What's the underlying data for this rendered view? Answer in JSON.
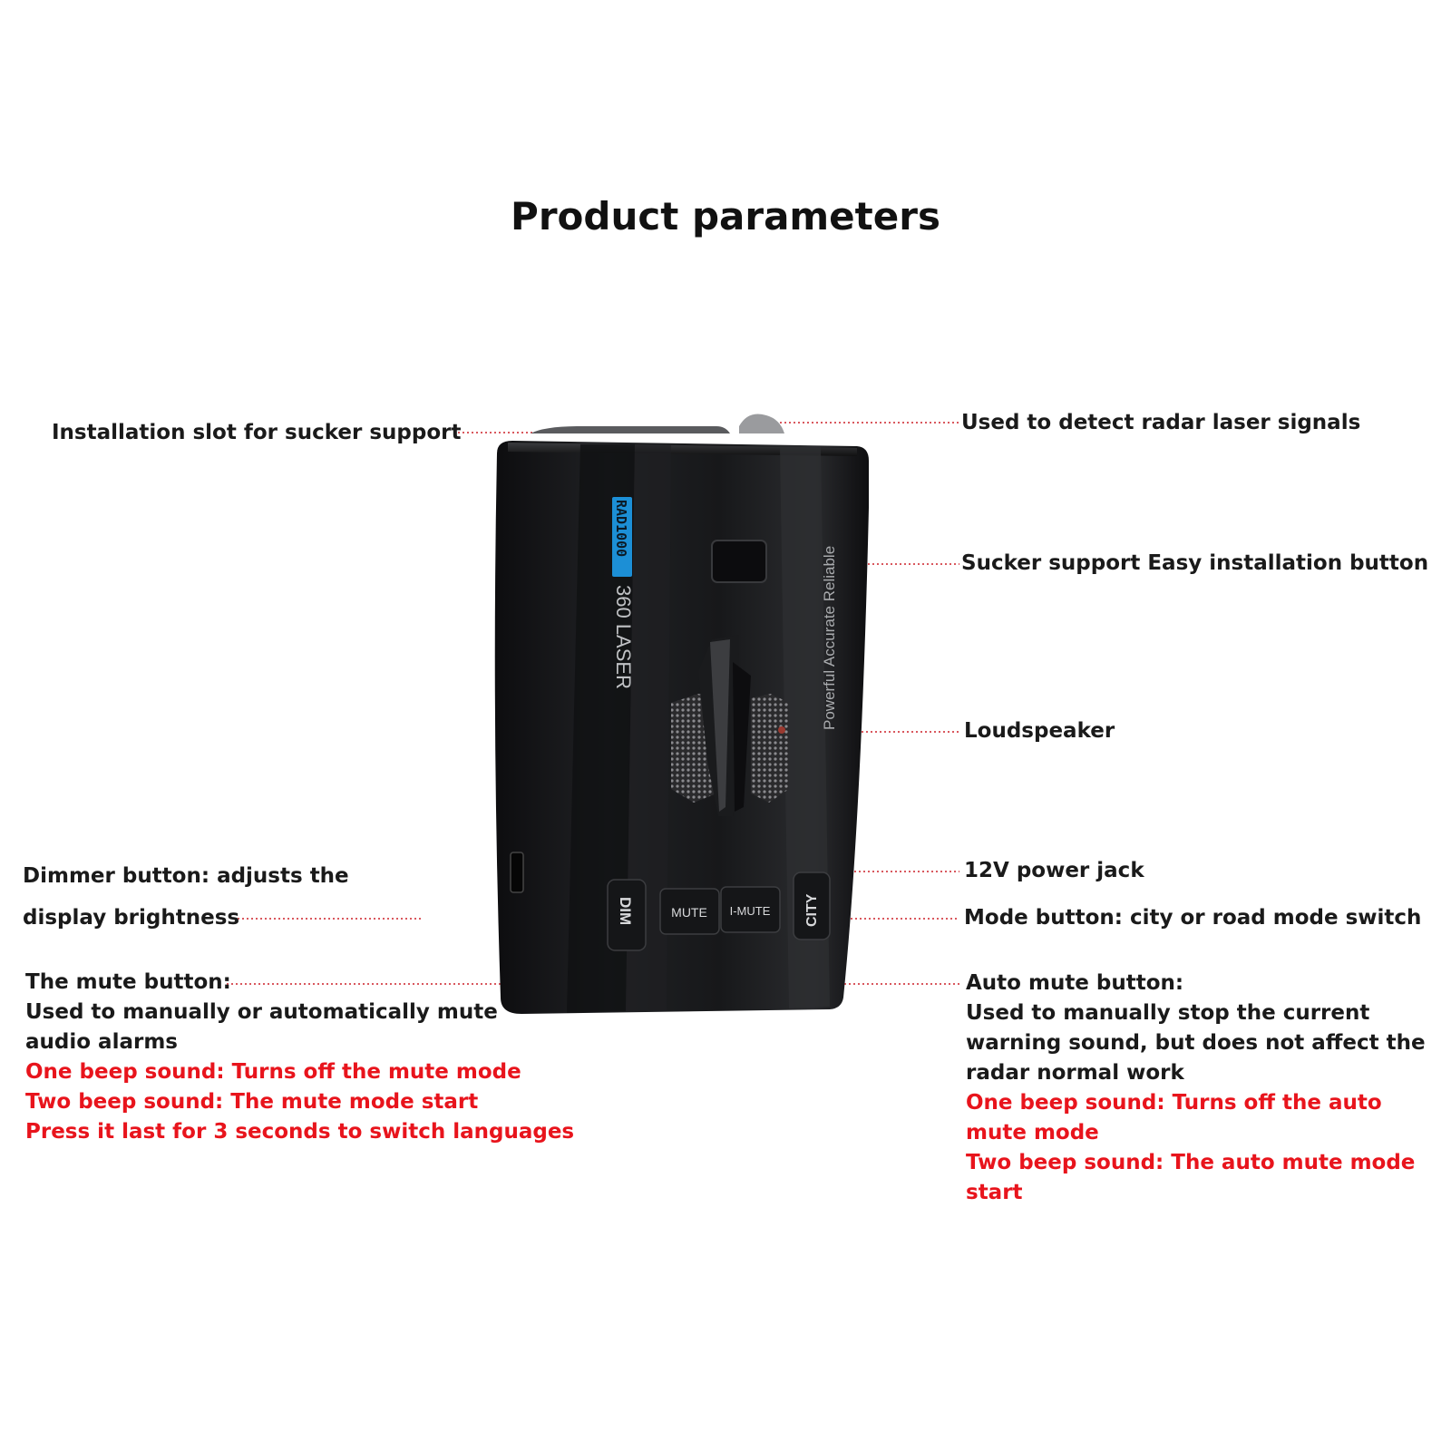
{
  "title": "Product parameters",
  "colors": {
    "label": "#1a1a1a",
    "warning": "#e8141c",
    "leader": "#d9585e",
    "device": "#1b1c1f"
  },
  "device": {
    "model_badge": "RAD1000",
    "model_text": "360 LASER",
    "slogan": "Powerful Accurate Reliable",
    "buttons": {
      "dim": "DIM",
      "mute": "MUTE",
      "imute": "I-MUTE",
      "city": "CITY"
    }
  },
  "labels": {
    "installation_slot": "Installation slot for sucker support",
    "detect_signals": "Used to detect radar laser signals",
    "sucker_button": "Sucker support Easy installation button",
    "loudspeaker": "Loudspeaker",
    "power_jack": "12V power jack",
    "dimmer_line1": "Dimmer button: adjusts the",
    "dimmer_line2": "display brightness",
    "mode_button": "Mode button: city or road mode switch"
  },
  "mute_info": {
    "heading": "The mute button:",
    "line1": "Used to manually or automatically mute",
    "line2": "audio alarms",
    "red1": "One beep sound: Turns off the mute mode",
    "red2": "Two beep sound: The mute mode start",
    "red3": "Press it last for 3 seconds to switch languages"
  },
  "auto_mute_info": {
    "heading": "Auto mute button:",
    "line1": "Used to manually stop the current",
    "line2": "warning sound, but does not affect the",
    "line3": "radar normal work",
    "red1": "One beep sound: Turns off the auto",
    "red2": "mute mode",
    "red3": "Two beep sound: The auto mute mode",
    "red4": "start"
  }
}
